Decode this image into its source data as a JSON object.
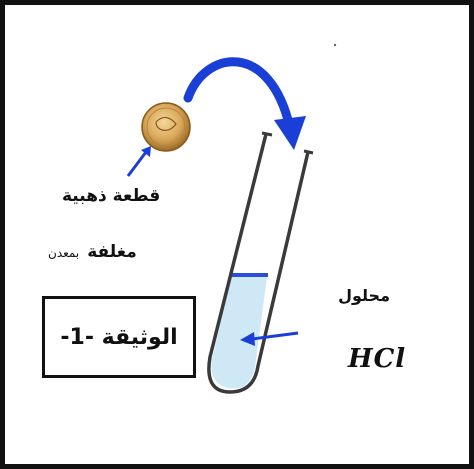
{
  "labels": {
    "coin": "قطعة ذهبية",
    "coated": "مغلفة",
    "by_metal": "بمعدن",
    "document": "الوثيقة -1-",
    "solution": "محلول",
    "acid": "HCl"
  },
  "colors": {
    "arrow": "#1a3fd6",
    "solution_fill": "#cfe8f5",
    "solution_surface": "#2b4fd8",
    "coin": "#d9a85a",
    "border": "#111111"
  },
  "icons": {
    "coin": "gold-coin-icon",
    "tube": "test-tube-icon"
  }
}
